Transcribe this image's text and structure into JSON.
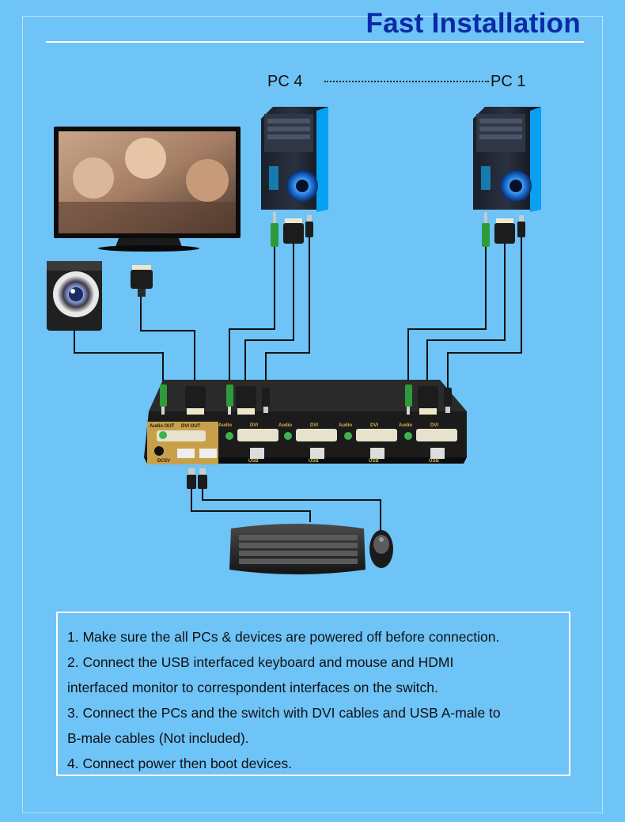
{
  "header": {
    "title": "Fast Installation"
  },
  "pcs": {
    "left_label": "PC 4",
    "right_label": "PC 1"
  },
  "switch": {
    "labels": {
      "audio_out": "Audio OUT",
      "dvi_out": "DVI OUT",
      "dc": "DC5V",
      "audio_ports": [
        "Audio",
        "Audio",
        "Audio",
        "Audio"
      ],
      "dvi_ports": [
        "DVI",
        "DVI",
        "DVI",
        "DVI"
      ],
      "usb_ports": [
        "USB",
        "USB",
        "USB",
        "USB"
      ]
    }
  },
  "instructions": [
    "1. Make sure the all PCs & devices are powered off before connection.",
    "2. Connect the USB interfaced keyboard and mouse and HDMI",
    "interfaced monitor to correspondent interfaces on the switch.",
    "3. Connect the PCs and the switch with DVI cables and USB A-male to",
    "B-male cables (Not included).",
    "4. Connect power then boot devices."
  ]
}
